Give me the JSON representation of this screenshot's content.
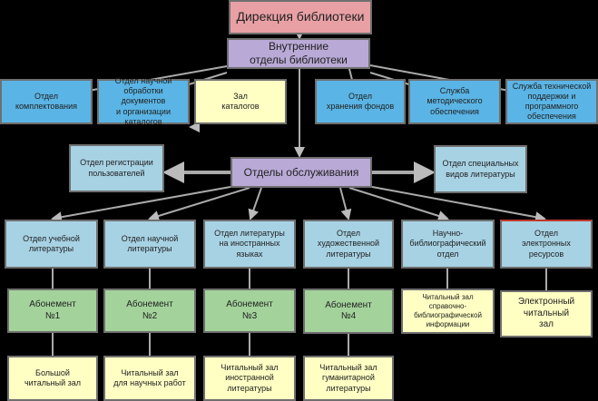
{
  "direction": "Дирекция библиотеки",
  "internal": "Внутренние\nотделы библиотеки",
  "internal_depts": [
    "Отдел\nкомплектования",
    "Отдел научной\nобработки документов\nи организации\nкаталогов",
    "Зал\nкаталогов",
    "Отдел\nхранения фондов",
    "Служба\nметодического\nобеспечения",
    "Служба технической\nподдержки и\nпрограммного\nобеспечения"
  ],
  "service": "Отделы обслуживания",
  "registration": "Отдел регистрации\nпользователей",
  "special": "Отдел специальных\nвидов литературы",
  "service_depts": [
    "Отдел учебной\nлитературы",
    "Отдел научной\nлитературы",
    "Отдел литературы\nна иностранных\nязыках",
    "Отдел\nхудожественной\nлитературы",
    "Научно-\nбиблиографический\nотдел",
    "Отдел\nэлектронных\nресурсов"
  ],
  "level2": [
    "Абонемент\n№1",
    "Абонемент\n№2",
    "Абонемент\n№3",
    "Абонемент\n№4",
    "Читальный зал\nсправочно-\nбиблиографической\nинформации",
    "Электронный\nчитальный\nзал"
  ],
  "level3": [
    "Большой\nчитальный зал",
    "Читальный зал\nдля научных работ",
    "Читальный зал\nиностранной\nлитературы",
    "Читальный зал\nгуманитарной\nлитературы"
  ]
}
